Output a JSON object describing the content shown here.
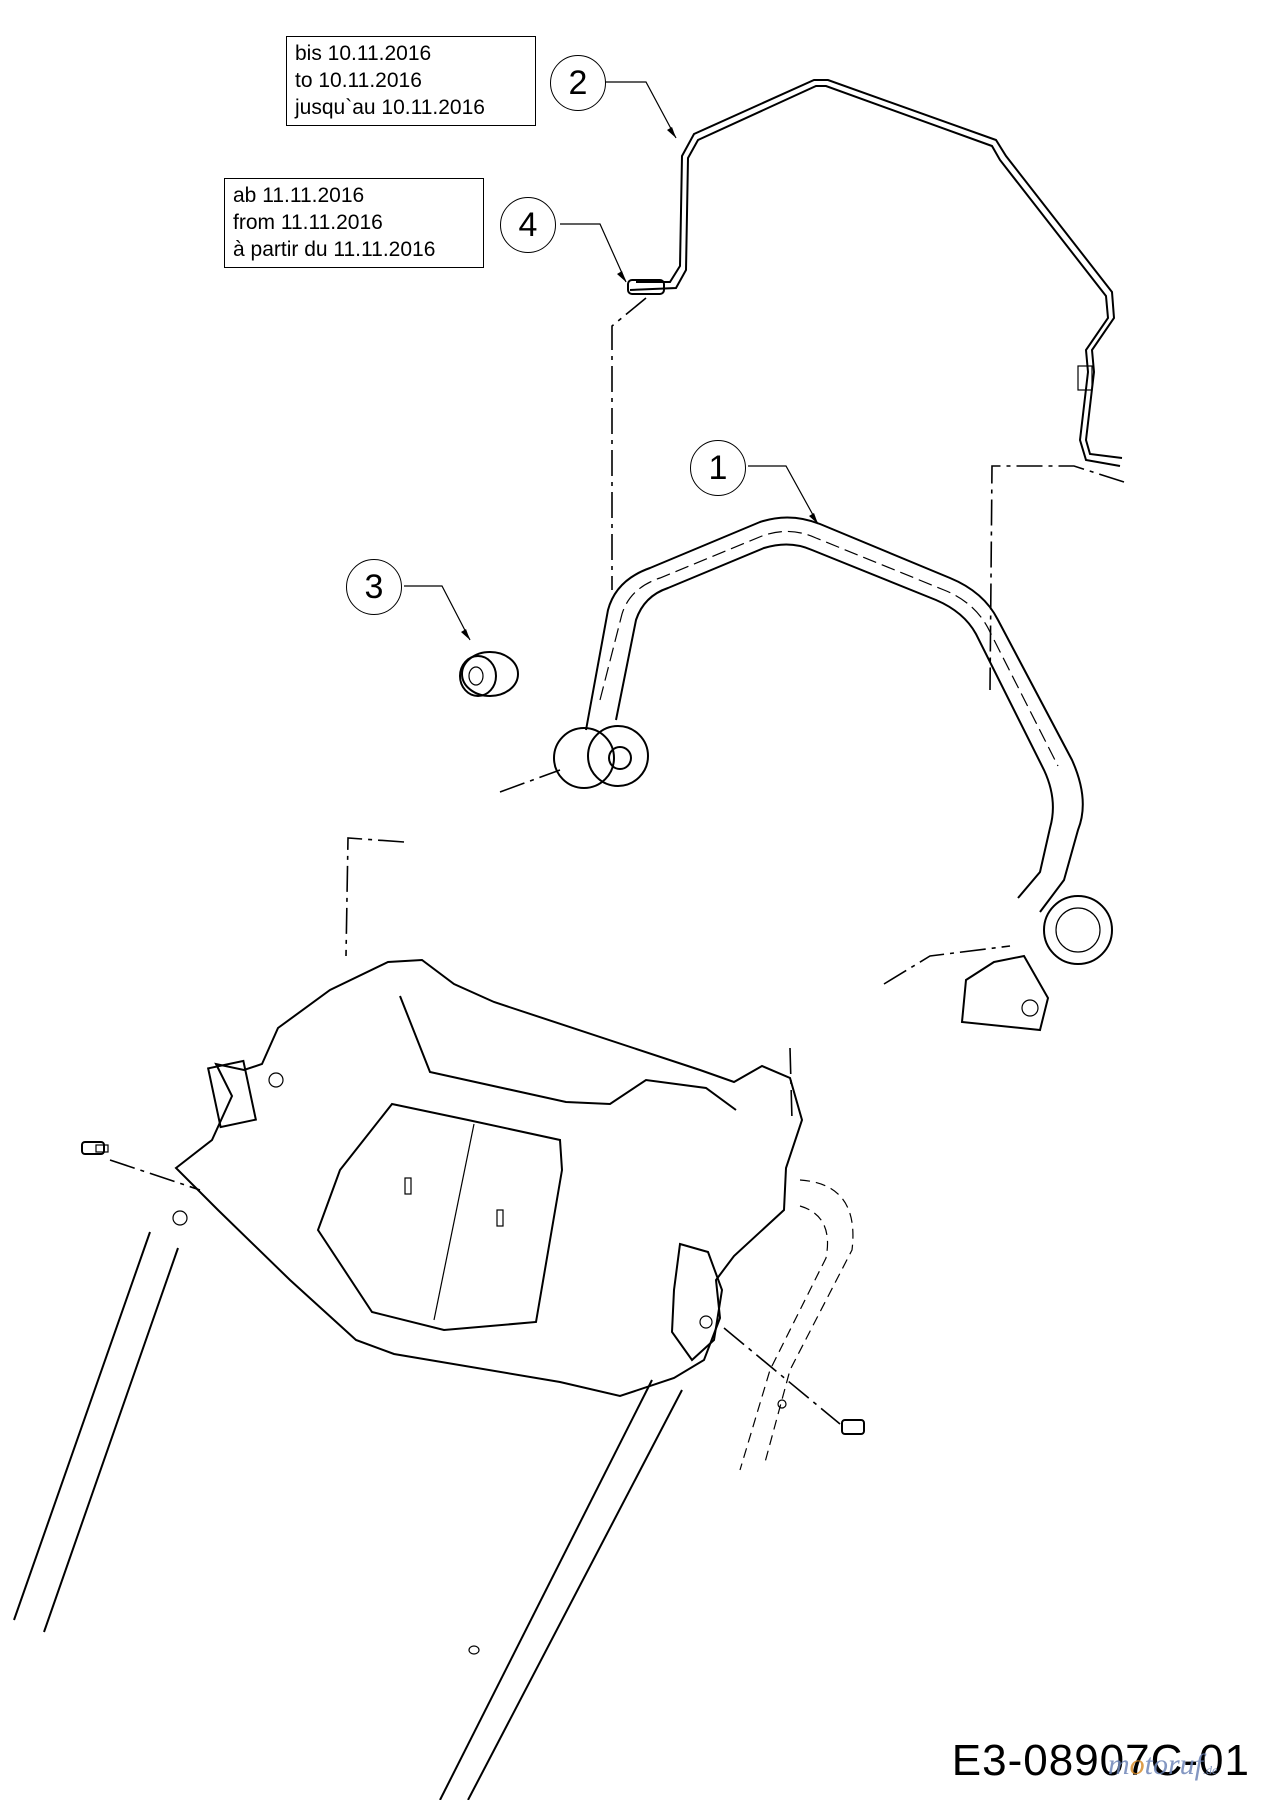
{
  "notes": {
    "part2_until": [
      "bis 10.11.2016",
      "to 10.11.2016",
      "jusqu`au 10.11.2016"
    ],
    "part4_from": [
      "ab 11.11.2016",
      "from 11.11.2016",
      "à partir du 11.11.2016"
    ]
  },
  "callouts": [
    "1",
    "2",
    "3",
    "4"
  ],
  "drawing_code": "E3-08907C-01",
  "watermark": {
    "prefix": "m",
    "o": "o",
    "suffix": "toruf",
    "tld": ".de"
  }
}
